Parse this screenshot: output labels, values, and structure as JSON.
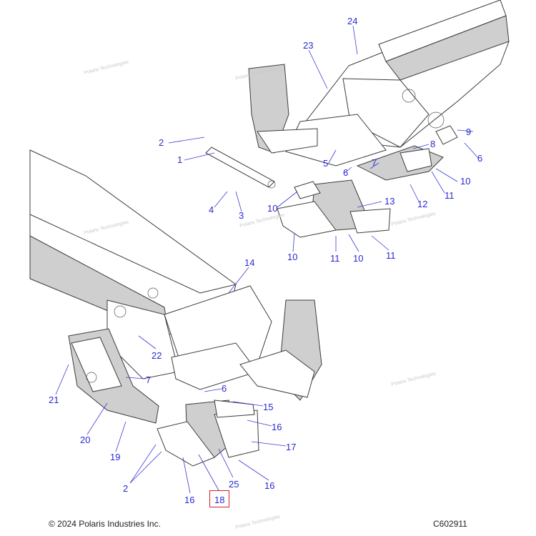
{
  "diagram": {
    "callouts": [
      "24",
      "23",
      "9",
      "6",
      "8",
      "7",
      "10",
      "11",
      "12",
      "13",
      "5",
      "6",
      "2",
      "1",
      "3",
      "4",
      "10",
      "10",
      "11",
      "10",
      "11",
      "14",
      "22",
      "7",
      "21",
      "20",
      "19",
      "6",
      "15",
      "16",
      "17",
      "16",
      "25",
      "2",
      "16",
      "18"
    ],
    "highlighted_callout": "18",
    "highlight_color": "#d0202a",
    "callout_color": "#2a2ad0",
    "watermark_text": "Polaris Technologies"
  },
  "footer": {
    "copyright": "© 2024 Polaris Industries Inc.",
    "figure_code": "C602911"
  }
}
